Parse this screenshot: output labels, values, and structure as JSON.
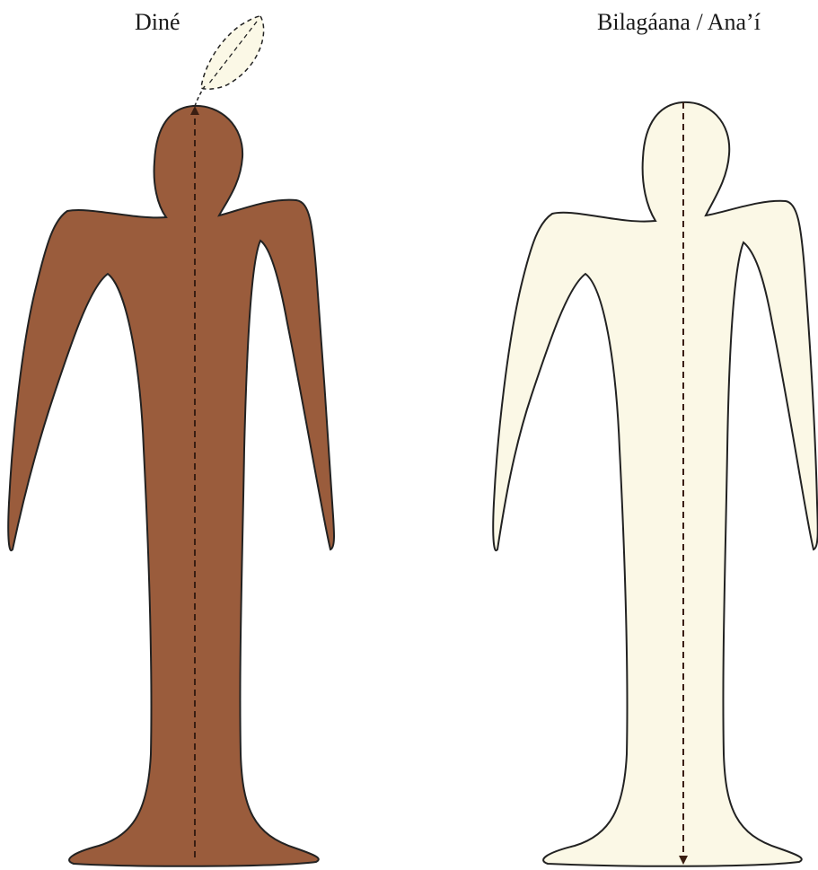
{
  "figures": [
    {
      "label": "Diné",
      "body_color": "#9a5c3c",
      "arrow_direction": "up",
      "has_feather": true
    },
    {
      "label": "Bilagáana / Ana’í",
      "body_color": "#fbf8e6",
      "arrow_direction": "down",
      "has_feather": false
    }
  ],
  "colors": {
    "outline": "#222222",
    "arrow": "#3a1e12",
    "feather_fill": "#fbf8e6"
  }
}
